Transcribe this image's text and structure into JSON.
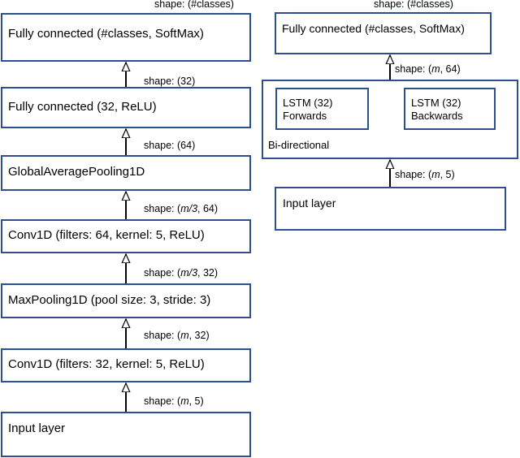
{
  "cnn": {
    "layers": [
      {
        "label": "Fully connected (#classes, SoftMax)",
        "shape_before": "(#classes)"
      },
      {
        "label": "Fully connected (32, ReLU)",
        "shape_above": "(32)"
      },
      {
        "label": "GlobalAveragePooling1D",
        "shape_above": "(64)"
      },
      {
        "label": "Conv1D (filters: 64, kernel: 5, ReLU)",
        "shape_above_pre": "(",
        "shape_above_em": "m/3",
        "shape_above_post": ", 64)"
      },
      {
        "label": "MaxPooling1D (pool size: 3, stride: 3)",
        "shape_above_pre": "(",
        "shape_above_em": "m/3",
        "shape_above_post": ", 32)"
      },
      {
        "label": "Conv1D (filters: 32, kernel: 5, ReLU)",
        "shape_above_pre": "(",
        "shape_above_em": "m",
        "shape_above_post": ", 32)"
      },
      {
        "label": "Input layer",
        "shape_above_pre": "(",
        "shape_above_em": "m",
        "shape_above_post": ", 5)"
      }
    ]
  },
  "lstm": {
    "output_label": "Fully connected (#classes, SoftMax)",
    "output_shape": "(#classes)",
    "bidir_shape_pre": "(",
    "bidir_shape_em": "m",
    "bidir_shape_post": ", 64)",
    "forward_line1": "LSTM (32)",
    "forward_line2": "Forwards",
    "backward_line1": "LSTM (32)",
    "backward_line2": "Backwards",
    "bidir_label": "Bi-directional",
    "input_shape_pre": "(",
    "input_shape_em": "m",
    "input_shape_post": ", 5)",
    "input_label": "Input layer"
  },
  "shape_prefix": "shape: "
}
